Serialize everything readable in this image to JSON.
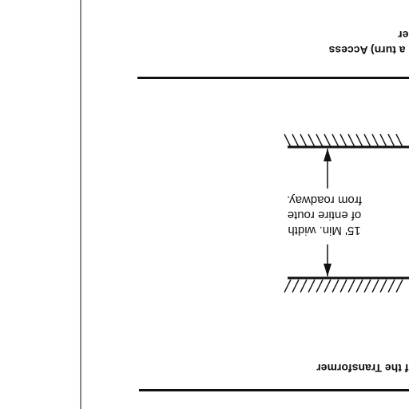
{
  "labels": {
    "top_line1": "ner",
    "top_line2": "g a turn) Access",
    "middle_line1": "15' Min. width",
    "middle_line2": "of entire route",
    "middle_line3": "from roadway.",
    "bottom": "of the Transformer"
  }
}
